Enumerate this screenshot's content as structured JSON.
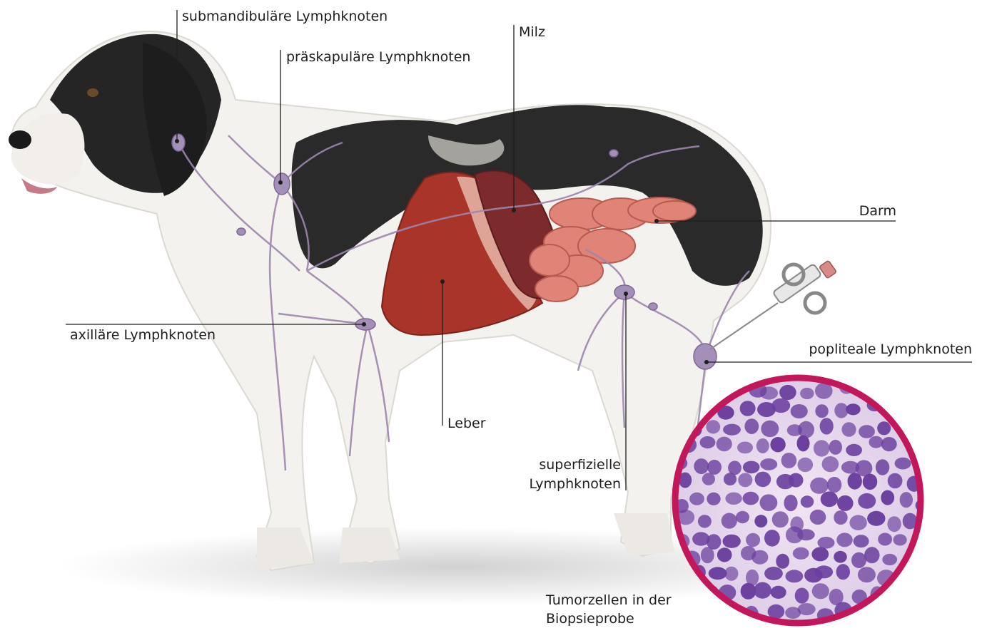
{
  "labels": {
    "submandibular": "submandibuläre Lymphknoten",
    "prescapular": "präskapuläre Lymphknoten",
    "spleen": "Milz",
    "intestine": "Darm",
    "axillary": "axilläre Lymphknoten",
    "popliteal": "popliteale Lymphknoten",
    "liver": "Leber",
    "superficial_line1": "superfizielle",
    "superficial_line2": "Lymphknoten",
    "biopsy_line1": "Tumorzellen in der",
    "biopsy_line2": "Biopsieprobe"
  },
  "colors": {
    "lymph": "#9c86ad",
    "liver": "#a8342a",
    "spleen": "#7c2a2c",
    "intestine": "#e08478",
    "fur_white": "#f4f2ee",
    "fur_black": "#252525",
    "biopsy_ring": "#c2185b",
    "cell": "#6a3f9e"
  }
}
